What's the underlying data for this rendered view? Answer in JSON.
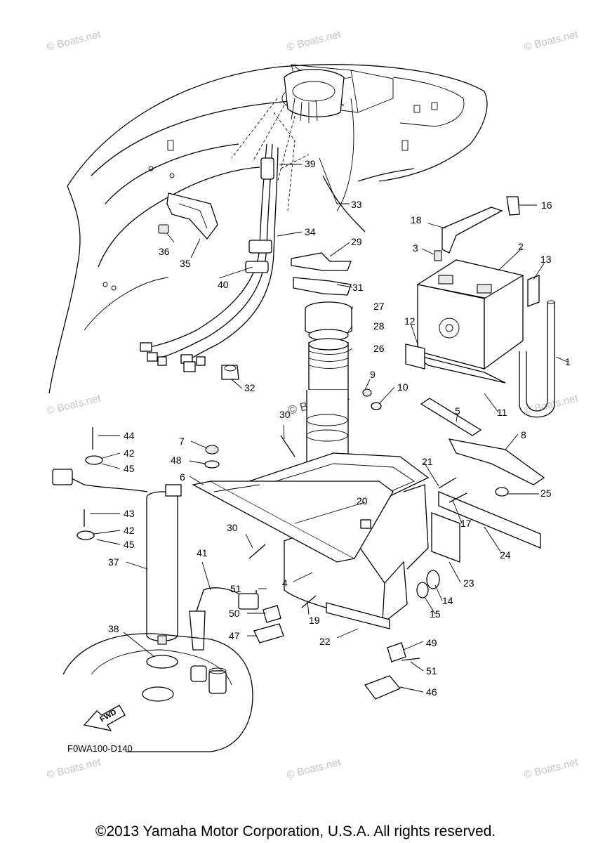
{
  "watermarks": {
    "text": "© Boats.net",
    "center_text": "© Boats.net"
  },
  "diagram_code": "F0WA100-D140",
  "fwd_label": "FWD",
  "copyright": "©2013 Yamaha Motor Corporation, U.S.A. All rights reserved.",
  "part_callouts": [
    "1",
    "2",
    "3",
    "4",
    "5",
    "6",
    "7",
    "8",
    "9",
    "10",
    "11",
    "12",
    "13",
    "14",
    "15",
    "16",
    "17",
    "18",
    "19",
    "20",
    "21",
    "22",
    "23",
    "24",
    "25",
    "26",
    "27",
    "28",
    "29",
    "30",
    "30",
    "31",
    "32",
    "33",
    "34",
    "35",
    "36",
    "37",
    "38",
    "39",
    "40",
    "41",
    "42",
    "42",
    "43",
    "44",
    "45",
    "45",
    "46",
    "47",
    "48",
    "49",
    "50",
    "51",
    "51"
  ]
}
